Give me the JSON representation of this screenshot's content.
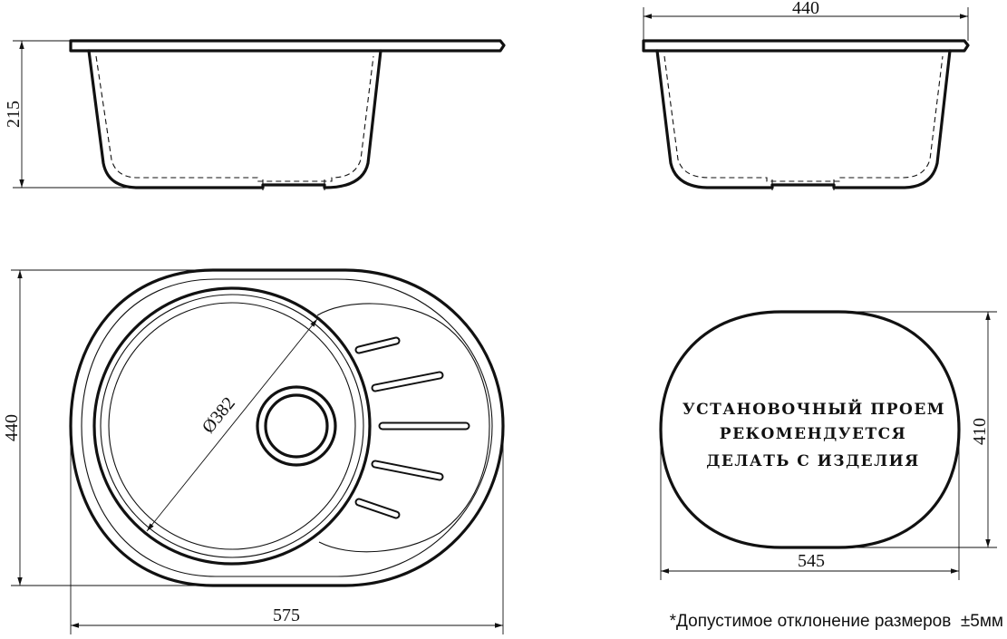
{
  "dimensions": {
    "side_height": "215",
    "front_width": "440",
    "top_height": "440",
    "top_width": "575",
    "bowl_diameter": "Ø382",
    "cutout_height": "410",
    "cutout_width": "545"
  },
  "cutout_note": {
    "line1": "УСТАНОВОЧНЫЙ ПРОЕМ",
    "line2": "РЕКОМЕНДУЕТСЯ",
    "line3": "ДЕЛАТЬ С ИЗДЕЛИЯ"
  },
  "footnote": "*Допустимое отклонение размеров  ±5мм",
  "colors": {
    "ink": "#111111",
    "background": "#ffffff"
  }
}
